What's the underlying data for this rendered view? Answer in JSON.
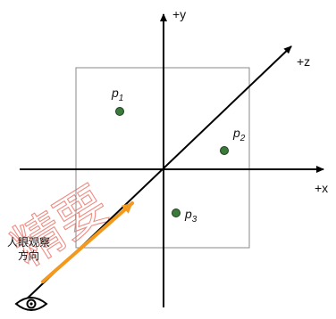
{
  "axes": {
    "y_label": "+y",
    "z_label": "+z",
    "x_label": "+x"
  },
  "points": [
    {
      "name": "p",
      "sub": "1"
    },
    {
      "name": "p",
      "sub": "2"
    },
    {
      "name": "p",
      "sub": "3"
    }
  ],
  "view": {
    "caption_line1": "人眼观察",
    "caption_line2": "方向"
  },
  "watermark": "精要",
  "colors": {
    "axis": "#000000",
    "point_fill": "#3a7a3a",
    "view_arrow": "#f39a1e",
    "frame": "#8a8a8a",
    "watermark": "#e0301e"
  }
}
